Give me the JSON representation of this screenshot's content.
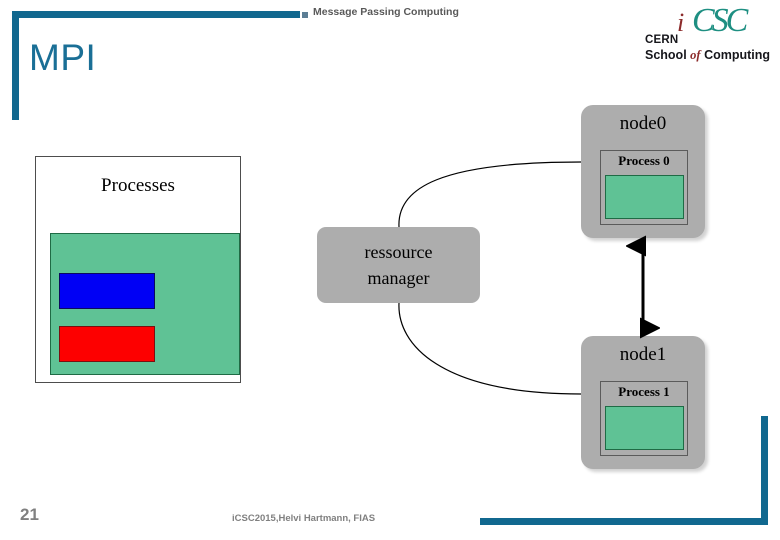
{
  "slide": {
    "header_subtitle": "Message Passing Computing",
    "title": "MPI",
    "slide_number": "21",
    "footer_credit": "iCSC2015,Helvi Hartmann, FIAS",
    "accent_color": "#11688F",
    "node_fill_color": "#ADADAD",
    "memory_color": "#5FC295"
  },
  "logo": {
    "mark_i": "i",
    "mark_csc": "CSC",
    "cern": "CERN",
    "school": "School",
    "of": "of",
    "computing": "Computing"
  },
  "processes_panel": {
    "label": "Processes",
    "blocks": [
      {
        "name": "process-block-blue",
        "color": "#0000F5"
      },
      {
        "name": "process-block-red",
        "color": "#FD0000"
      }
    ]
  },
  "resource_manager": {
    "line1": "ressource",
    "line2": "manager"
  },
  "nodes": [
    {
      "title": "node0",
      "process_label": "Process 0"
    },
    {
      "title": "node1",
      "process_label": "Process 1"
    }
  ]
}
